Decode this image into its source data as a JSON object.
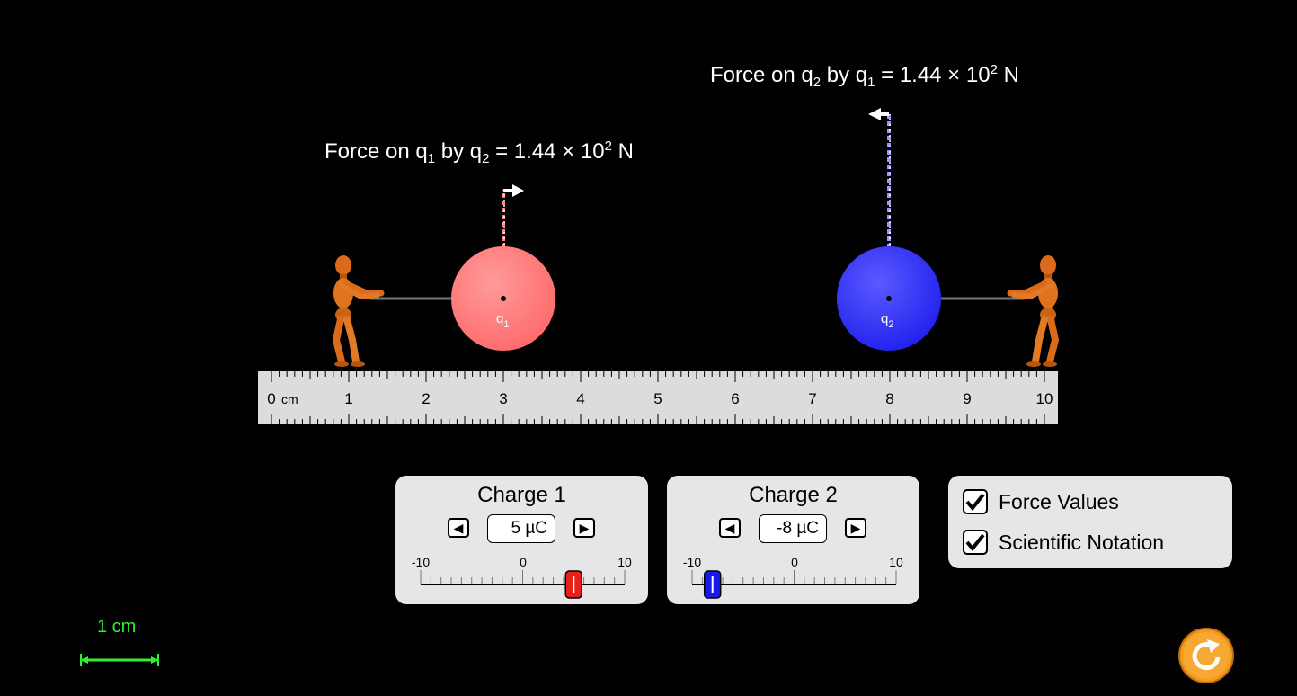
{
  "force_labels": {
    "q1": {
      "prefix": "Force on q",
      "sub_a": "1",
      "mid": " by q",
      "sub_b": "2",
      "eq": " = 1.44 × 10",
      "exp": "2",
      "unit": " N"
    },
    "q2": {
      "prefix": "Force on q",
      "sub_a": "2",
      "mid": " by q",
      "sub_b": "1",
      "eq": " = 1.44 × 10",
      "exp": "2",
      "unit": " N"
    }
  },
  "charges": {
    "q1": {
      "label": "q",
      "sub": "1",
      "color": "#ff7a7a",
      "position_cm": 3
    },
    "q2": {
      "label": "q",
      "sub": "2",
      "color": "#3a3aff",
      "position_cm": 8
    }
  },
  "ruler": {
    "unit": "cm",
    "numbers": [
      "0",
      "1",
      "2",
      "3",
      "4",
      "5",
      "6",
      "7",
      "8",
      "9",
      "10"
    ]
  },
  "panels": {
    "charge1": {
      "title": "Charge 1",
      "value": "5 µC",
      "value_num": 5,
      "left_arrow": "◀",
      "right_arrow": "▶",
      "min_label": "-10",
      "mid_label": "0",
      "max_label": "10",
      "thumb_color": "#e8201a"
    },
    "charge2": {
      "title": "Charge 2",
      "value": "-8 µC",
      "value_num": -8,
      "left_arrow": "◀",
      "right_arrow": "▶",
      "min_label": "-10",
      "mid_label": "0",
      "max_label": "10",
      "thumb_color": "#1a1ae8"
    }
  },
  "options": {
    "force_values": {
      "label": "Force Values",
      "checked": true
    },
    "scientific_notation": {
      "label": "Scientific Notation",
      "checked": true
    }
  },
  "scale_bar": {
    "label": "1 cm",
    "color": "#33ee33"
  },
  "reset_button": {
    "icon": "reset-icon",
    "color": "#f39a1c"
  }
}
